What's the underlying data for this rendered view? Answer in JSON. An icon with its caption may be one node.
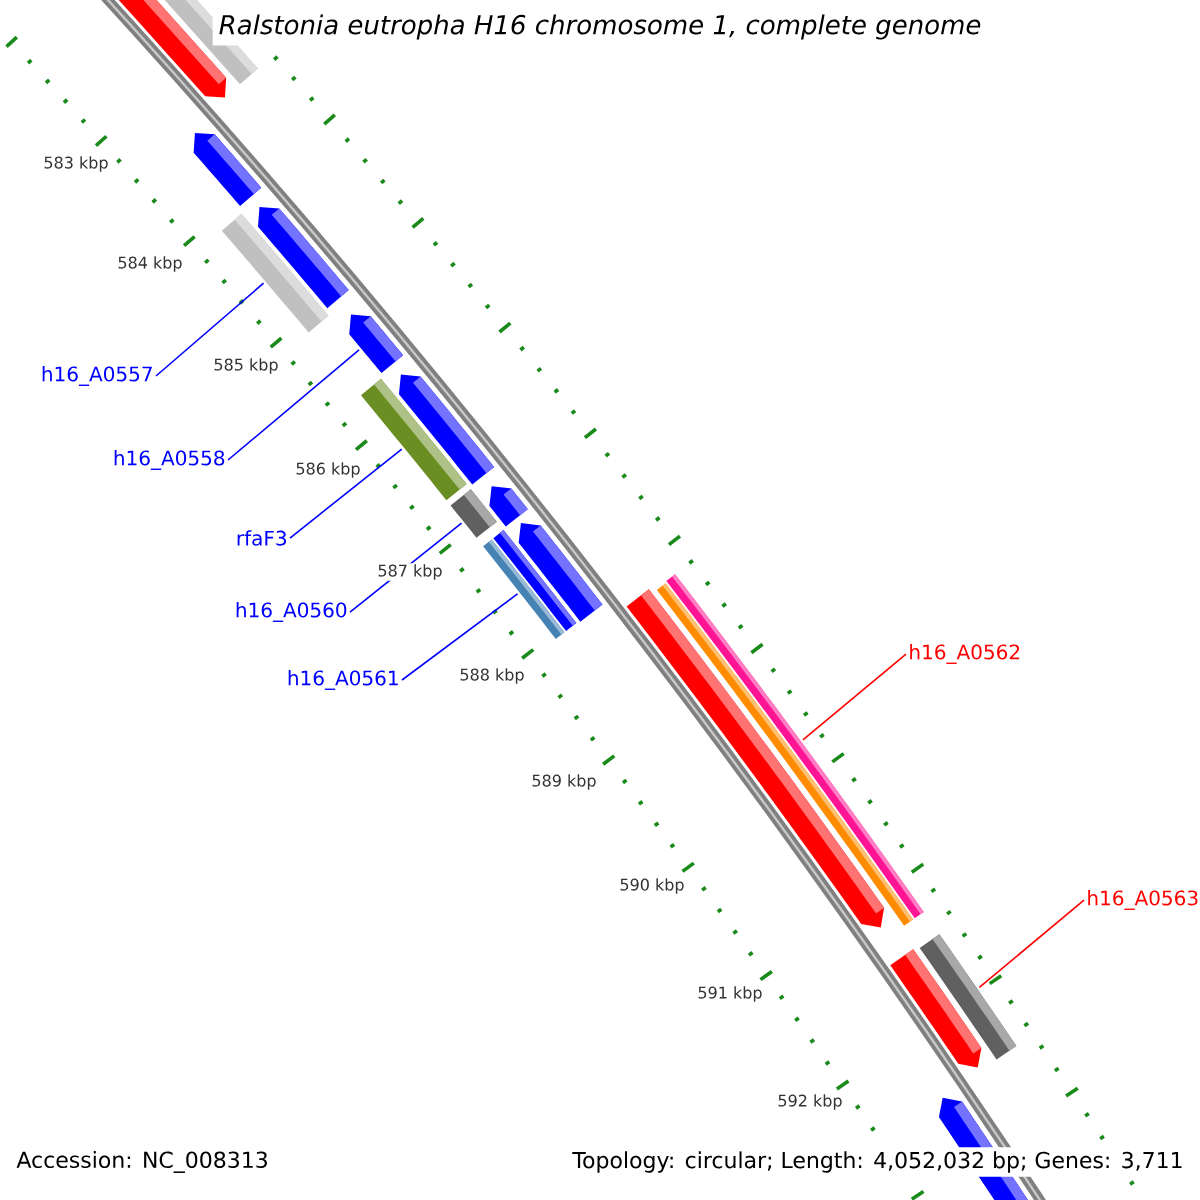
{
  "diagram": {
    "title": "Ralstonia eutropha H16 chromosome 1, complete genome",
    "nodes": [
      {
        "text": [
          "h16_A0557"
        ]
      },
      {
        "text": [
          "h16_A0558"
        ]
      },
      {
        "text": [
          "rfaF3"
        ]
      },
      {
        "text": [
          "h16_A0560"
        ]
      },
      {
        "text": [
          "h16_A0561"
        ]
      },
      {
        "text": [
          "h16_A0562"
        ]
      },
      {
        "text": [
          "h16_A0563"
        ]
      },
      {
        "text": [],
        "shape": "bar"
      },
      {
        "text": [],
        "shape": "bar"
      },
      {
        "text": [],
        "shape": "bar"
      },
      {
        "text": [],
        "shape": "bar"
      },
      {
        "text": [],
        "shape": "bar"
      },
      {
        "text": [],
        "shape": "bar"
      },
      {
        "text": [],
        "shape": "bar"
      }
    ],
    "edges": [
      {
        "from": 0,
        "to": 7,
        "arrow": "none"
      },
      {
        "from": 1,
        "to": 8,
        "arrow": "none"
      },
      {
        "from": 2,
        "to": 9,
        "arrow": "none"
      },
      {
        "from": 3,
        "to": 10,
        "arrow": "none"
      },
      {
        "from": 4,
        "to": 11,
        "arrow": "none"
      },
      {
        "from": 5,
        "to": 12,
        "arrow": "none",
        "color": "#ff0000"
      },
      {
        "from": 6,
        "to": 13,
        "arrow": "none",
        "color": "#ff0000"
      }
    ],
    "labels": [
      "583 kbp",
      "584 kbp",
      "585 kbp",
      "586 kbp",
      "587 kbp",
      "588 kbp",
      "589 kbp",
      "590 kbp",
      "591 kbp",
      "592 kbp",
      "Accession: NC_008313",
      "Topology: circular; Length: 4,052,032 bp; Genes: 3,711"
    ]
  }
}
